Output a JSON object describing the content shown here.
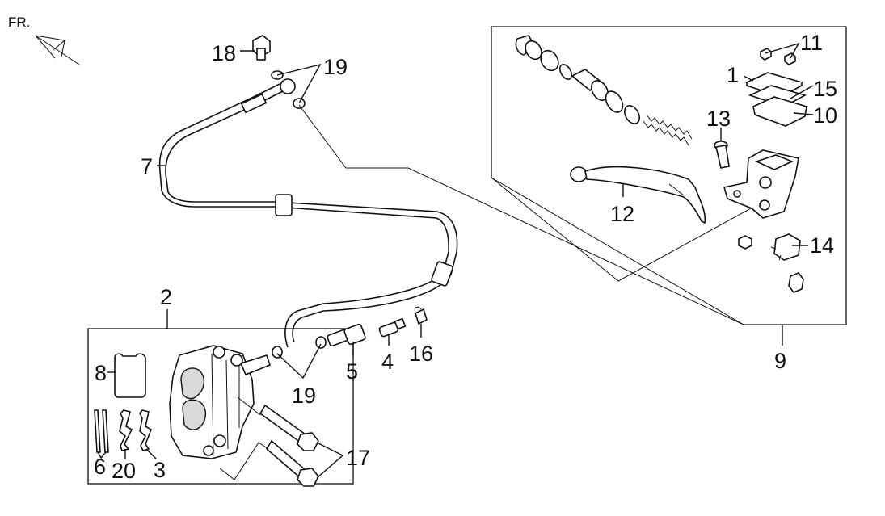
{
  "direction": {
    "label": "FR."
  },
  "callouts": [
    "1",
    "2",
    "3",
    "4",
    "5",
    "6",
    "7",
    "8",
    "9",
    "10",
    "11",
    "12",
    "13",
    "14",
    "15",
    "16",
    "17",
    "18",
    "19",
    "19",
    "20"
  ],
  "labels": {
    "p1": "1",
    "p2": "2",
    "p3": "3",
    "p4": "4",
    "p5": "5",
    "p6": "6",
    "p7": "7",
    "p8": "8",
    "p9": "9",
    "p10": "10",
    "p11": "11",
    "p12": "12",
    "p13": "13",
    "p14": "14",
    "p15": "15",
    "p16": "16",
    "p17": "17",
    "p18": "18",
    "p19a": "19",
    "p19b": "19",
    "p20": "20"
  },
  "colors": {
    "line": "#111111",
    "background": "#ffffff"
  }
}
